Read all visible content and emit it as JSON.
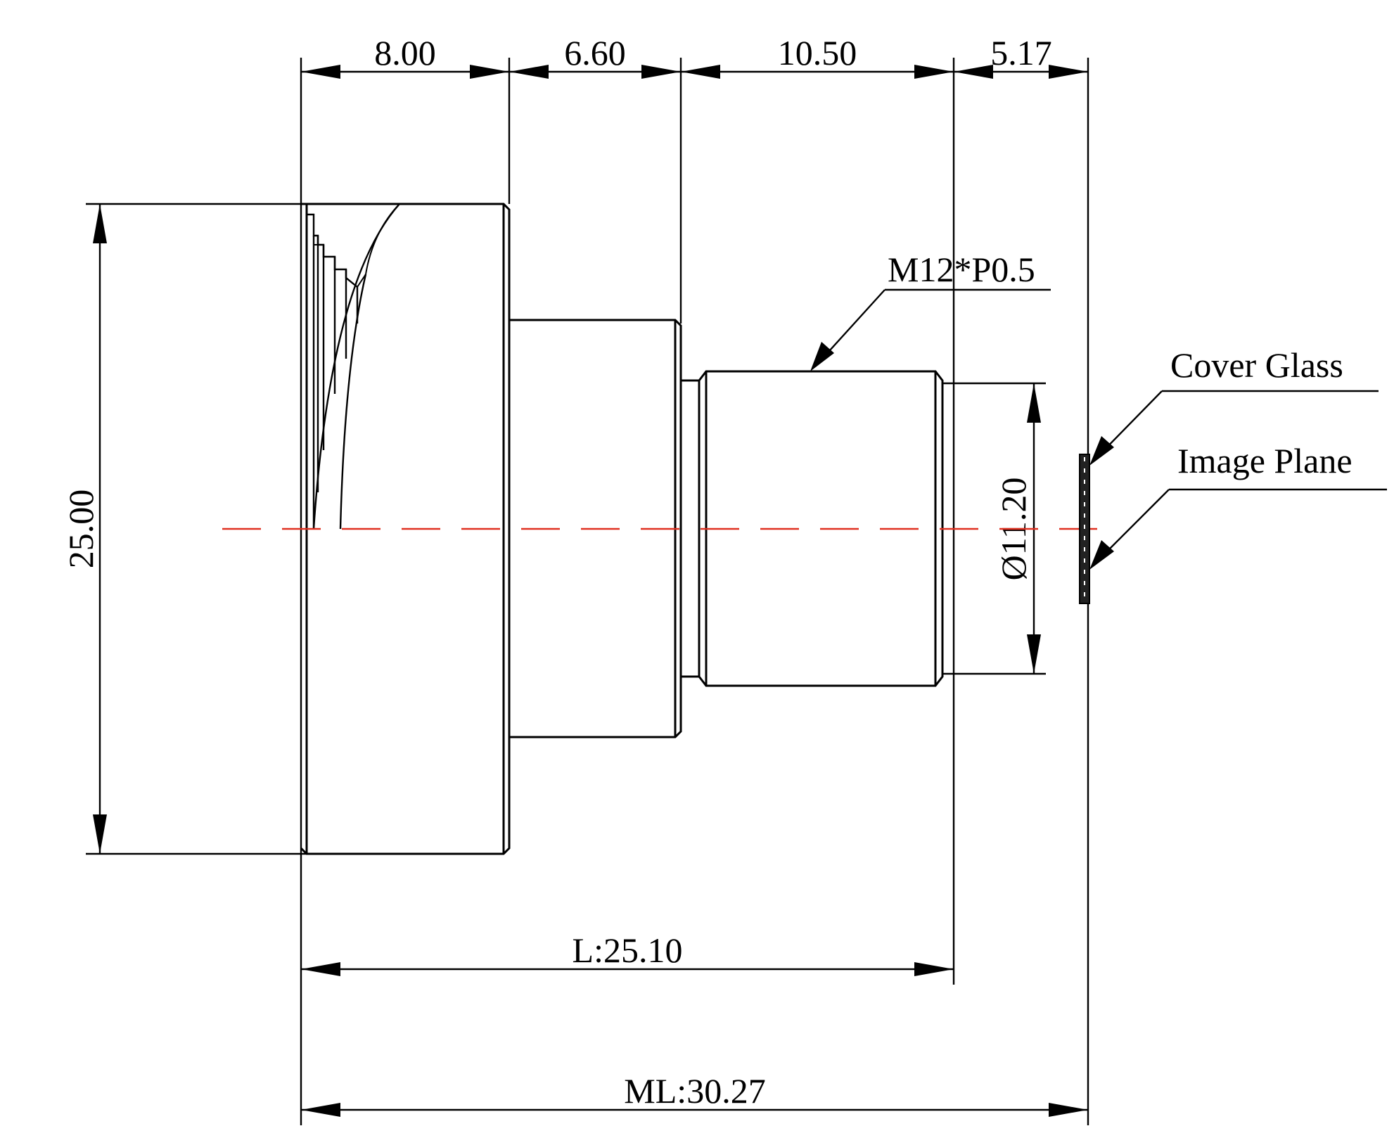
{
  "dimensions": {
    "seg1": "8.00",
    "seg2": "6.60",
    "seg3": "10.50",
    "seg4": "5.17",
    "outer_diameter": "25.00",
    "thread_diameter": "Ø11.20",
    "lens_length": "L:25.10",
    "mechanical_length": "ML:30.27"
  },
  "callouts": {
    "thread": "M12*P0.5",
    "cover_glass": "Cover Glass",
    "image_plane": "Image Plane"
  },
  "colors": {
    "outline": "#000000",
    "center_line": "#e03020"
  }
}
